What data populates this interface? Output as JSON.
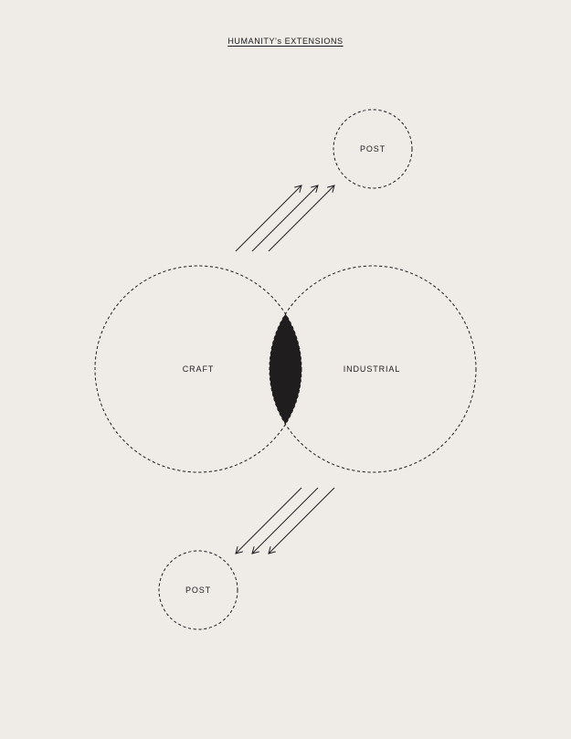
{
  "title": "HUMANITY's EXTENSIONS",
  "labels": {
    "post_top": "POST",
    "craft": "CRAFT",
    "industrial": "INDUSTRIAL",
    "post_bottom": "POST"
  },
  "colors": {
    "background": "#efece8",
    "ink": "#1f1d1d"
  }
}
